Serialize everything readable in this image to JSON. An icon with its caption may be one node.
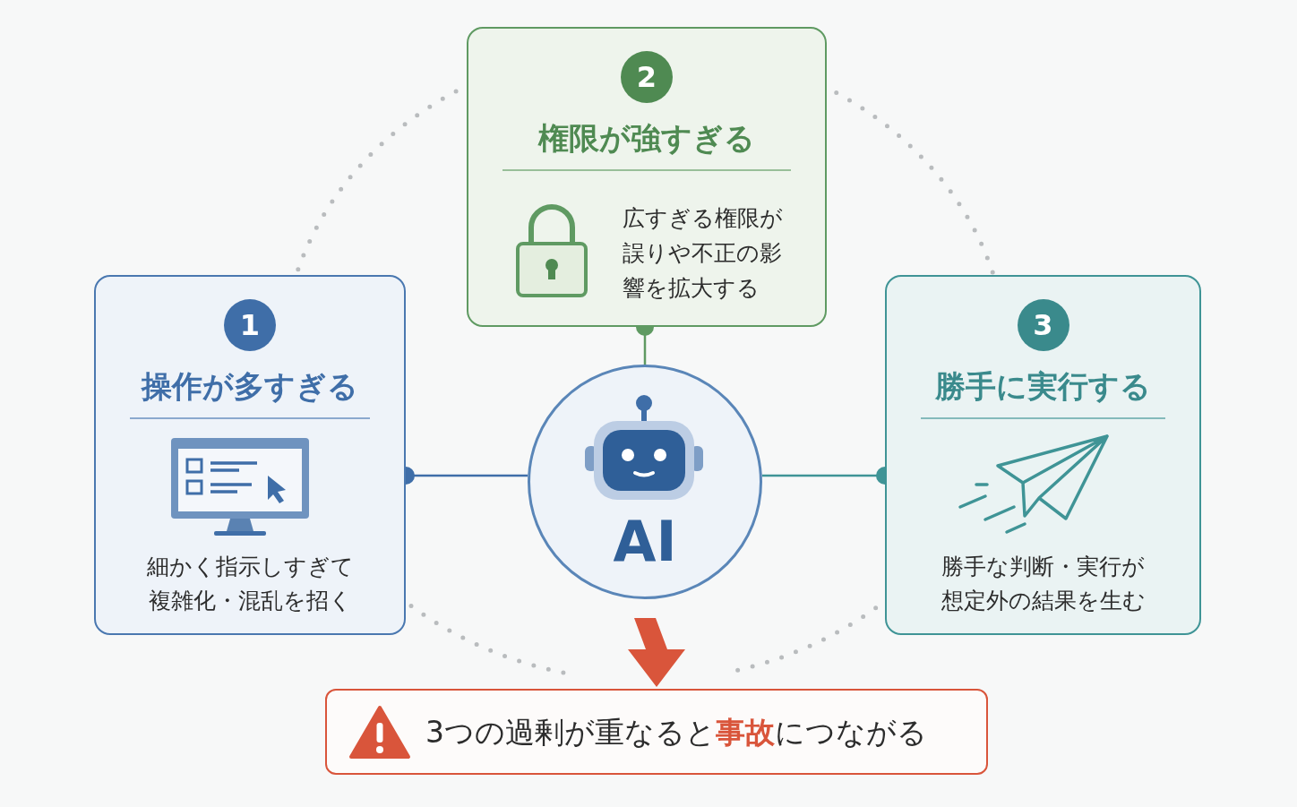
{
  "diagram": {
    "nodes": [
      {
        "text": [
          "1",
          "操作が多すぎる",
          "細かく指示しすぎて複雑化・混乱を招く"
        ]
      },
      {
        "text": [
          "2",
          "権限が強すぎる",
          "広すぎる権限が誤りや不正の影響を拡大する"
        ]
      },
      {
        "text": [
          "3",
          "勝手に実行する",
          "勝手な判断・実行が想定外の結果を生む"
        ]
      },
      {
        "text": [
          "AI"
        ]
      },
      {
        "text": [
          "3つの過剰が重なると**事故**につながる"
        ]
      }
    ],
    "edges": [
      {
        "from": 3,
        "to": 0,
        "arrow": "other",
        "color": "#3f6ea8"
      },
      {
        "from": 3,
        "to": 1,
        "arrow": "other",
        "color": "#5f9a62"
      },
      {
        "from": 3,
        "to": 2,
        "arrow": "other",
        "color": "#3f9496"
      },
      {
        "from": 3,
        "to": 4,
        "arrow": "to",
        "style": "thick",
        "color": "#d9553b"
      }
    ]
  }
}
